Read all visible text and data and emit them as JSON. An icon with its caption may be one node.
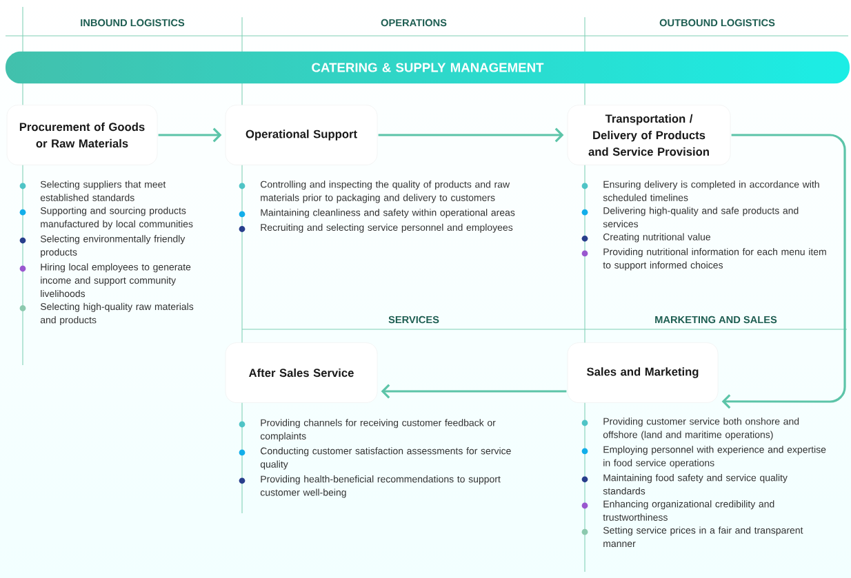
{
  "diagram": {
    "nodes": [
      {
        "text": [
          "CATERING & SUPPLY MANAGEMENT"
        ]
      },
      {
        "text": [
          "Procurement of Goods or Raw Materials"
        ],
        "beside": [
          "Selecting suppliers that meet established standards",
          "Supporting and sourcing products manufactured by local communities",
          "Selecting environmentally friendly products",
          "Hiring local employees to generate income and support community livelihoods",
          "Selecting high-quality raw materials and products"
        ]
      },
      {
        "text": [
          "Operational Support"
        ],
        "beside": [
          "Controlling and inspecting the quality of products and raw materials prior to packaging and delivery to customers",
          "Maintaining cleanliness and safety within operational areas",
          "Recruiting and selecting service personnel and employees"
        ]
      },
      {
        "text": [
          "Transportation / Delivery of Products and Service Provision"
        ],
        "beside": [
          "Ensuring delivery is completed in accordance with scheduled timelines",
          "Delivering high-quality and safe products and services",
          "Creating nutritional value",
          "Providing nutritional information for each menu item to support informed choices"
        ]
      },
      {
        "text": [
          "After Sales Service"
        ],
        "beside": [
          "Providing channels for receiving customer feedback or complaints",
          "Conducting customer satisfaction assessments for service quality",
          "Providing health-beneficial recommendations to support customer well-being"
        ]
      },
      {
        "text": [
          "Sales and Marketing"
        ],
        "beside": [
          "Providing customer service both onshore and offshore (land and maritime operations)",
          "Employing personnel with experience and expertise in food service operations",
          "Maintaining food safety and service quality standards",
          "Enhancing organizational credibility and trustworthiness",
          "Setting service prices in a fair and transparent manner"
        ]
      }
    ],
    "edges": [
      {
        "from": 1,
        "to": 2,
        "arrow": "to"
      },
      {
        "from": 2,
        "to": 3,
        "arrow": "to"
      },
      {
        "from": 3,
        "to": 5,
        "arrow": "to"
      },
      {
        "from": 5,
        "to": 4,
        "arrow": "to"
      }
    ],
    "labels": [
      "INBOUND LOGISTICS",
      "OPERATIONS",
      "OUTBOUND LOGISTICS",
      "SERVICES",
      "MARKETING AND SALES"
    ]
  }
}
